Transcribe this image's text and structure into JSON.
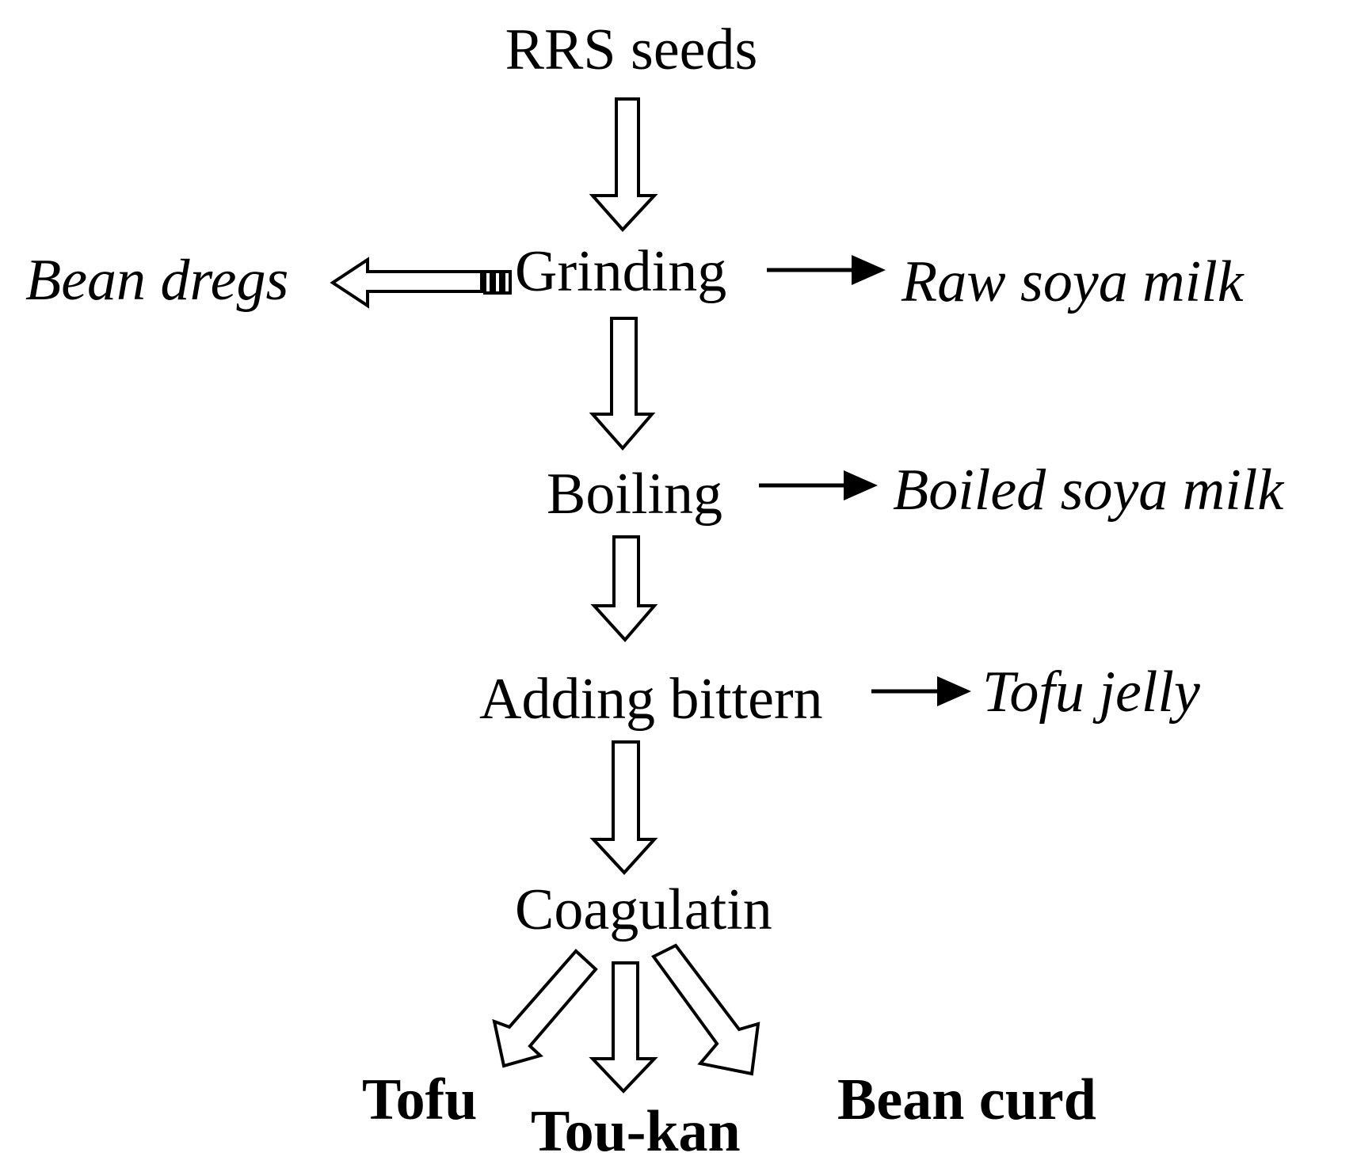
{
  "steps": {
    "seeds": "RRS seeds",
    "grinding": "Grinding",
    "boiling": "Boiling",
    "bittern": "Adding bittern",
    "coagulatin": "Coagulatin"
  },
  "byproducts": {
    "bean_dregs": "Bean dregs",
    "raw_soya_milk": "Raw soya milk",
    "boiled_soya_milk": "Boiled soya milk",
    "tofu_jelly": "Tofu jelly"
  },
  "products": {
    "tofu": "Tofu",
    "tou_kan": "Tou-kan",
    "bean_curd": "Bean curd"
  }
}
